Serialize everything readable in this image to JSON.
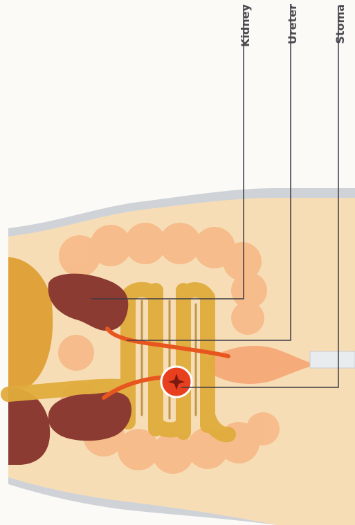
{
  "labels": {
    "kidney": "Kidney",
    "ureter": "Ureter",
    "stoma": "Stoma"
  },
  "colors": {
    "background": "#fbfaf6",
    "body": "#f7ddb6",
    "skin_edge": "#cfd3d8",
    "colon": "#f6b987",
    "kidney": "#8c3b32",
    "ureter": "#e8561f",
    "intestine": "#e0ac3c",
    "liver": "#e0a23a",
    "stoma": "#e8401f",
    "leader_line": "#3b3b44",
    "label_text": "#4a4a52"
  }
}
